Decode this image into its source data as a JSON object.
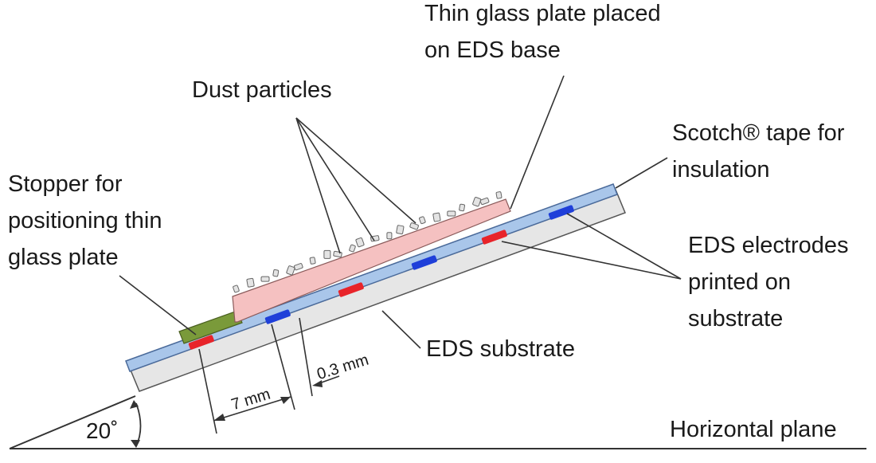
{
  "labels": {
    "glass_plate": [
      "Thin glass plate placed",
      "on EDS base"
    ],
    "dust": [
      "Dust particles"
    ],
    "tape": [
      "Scotch® tape for",
      "insulation"
    ],
    "stopper": [
      "Stopper for",
      "positioning thin",
      "glass plate"
    ],
    "electrodes": [
      "EDS electrodes",
      "printed on",
      "substrate"
    ],
    "substrate": [
      "EDS substrate"
    ],
    "horizontal": [
      "Horizontal plane"
    ]
  },
  "dimensions": {
    "electrode_pitch": "7 mm",
    "electrode_gap": "0.3 mm",
    "tilt_angle": "20˚"
  },
  "colors": {
    "substrate": "#e6e6e6",
    "tape": "#a9c6ea",
    "glass_plate": "#f5c1c1",
    "stopper": "#7a9a3a",
    "electrode_red": "#e8242a",
    "electrode_blue": "#1f3fd9",
    "dust": "#e4e4e4",
    "line": "#333333"
  }
}
